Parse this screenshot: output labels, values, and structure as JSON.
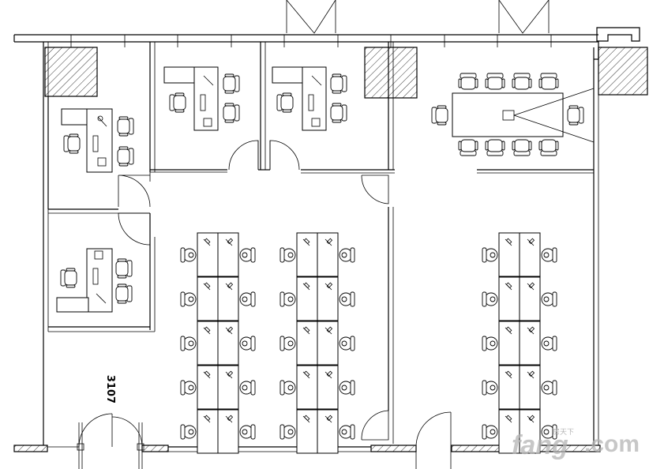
{
  "plan": {
    "room_number": "3107",
    "watermark": {
      "brand": "fang",
      "domain": ".com",
      "tagline": "房天下"
    }
  }
}
